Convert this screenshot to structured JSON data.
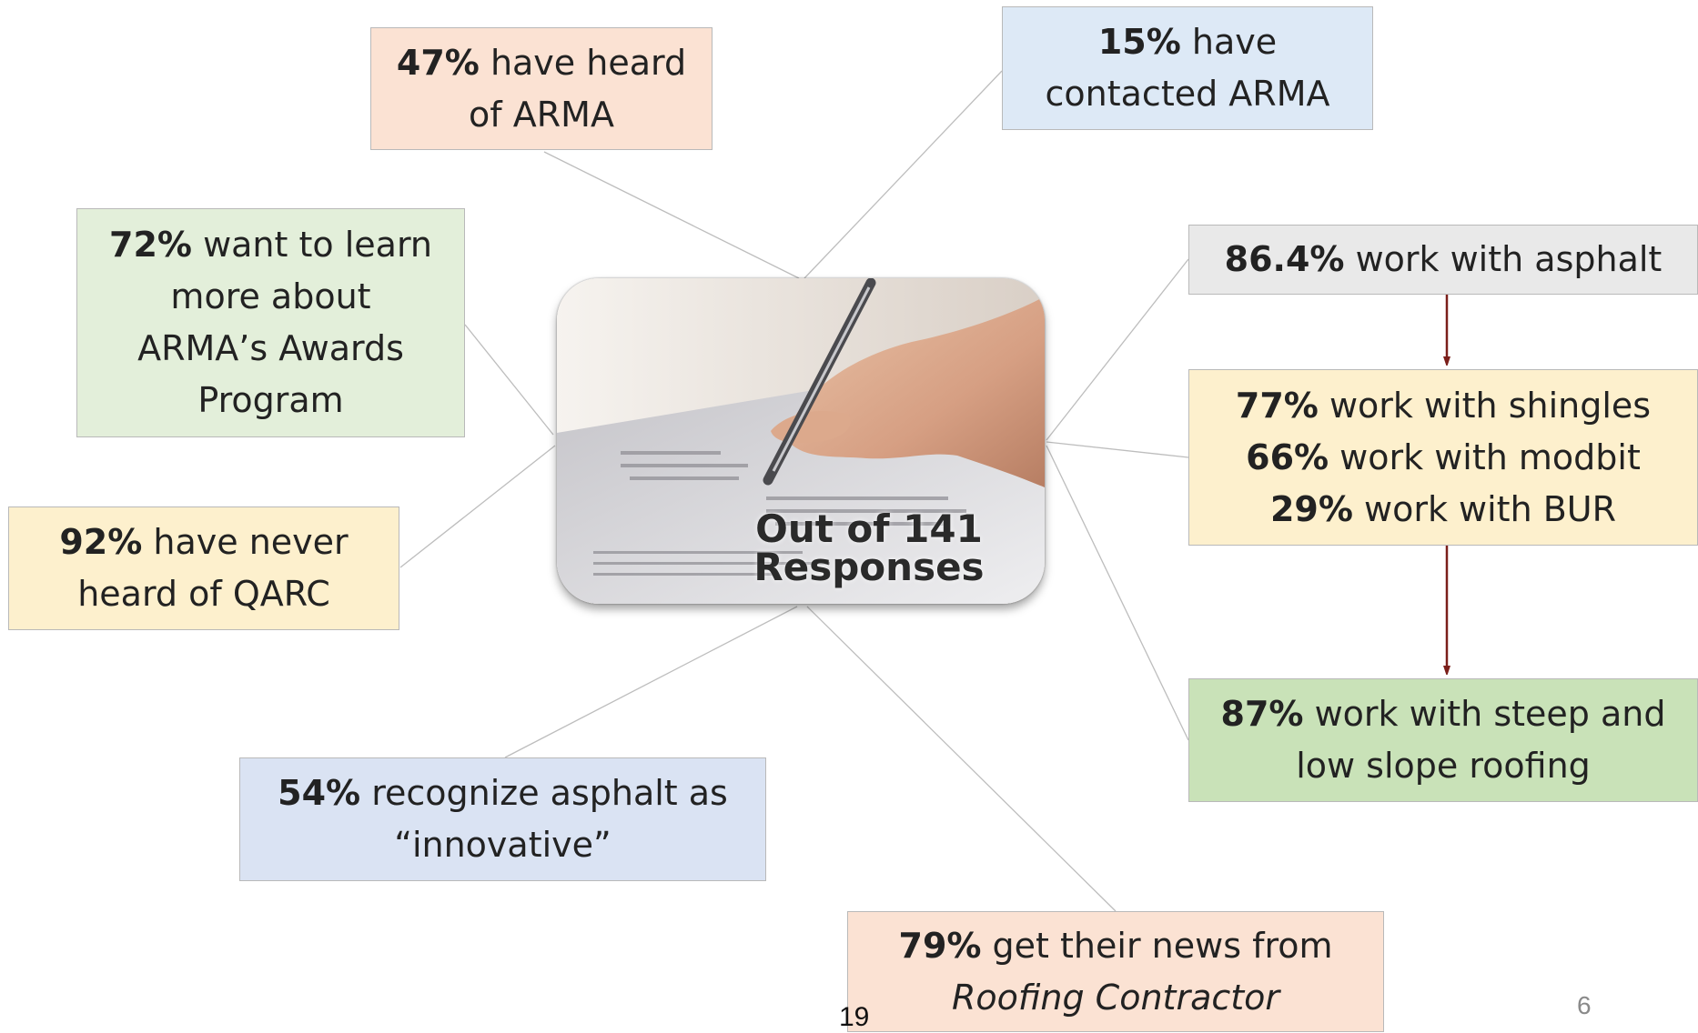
{
  "center": {
    "line1": "Out of 141",
    "line2": "Responses"
  },
  "boxes": [
    {
      "id": "heard-arma",
      "color": "#fbe2d3",
      "lines": [
        [
          {
            "b": "47%"
          },
          {
            "t": " have heard"
          }
        ],
        [
          {
            "t": "of ARMA"
          }
        ]
      ]
    },
    {
      "id": "contacted-arma",
      "color": "#dde9f6",
      "lines": [
        [
          {
            "b": "15%"
          },
          {
            "t": " have"
          }
        ],
        [
          {
            "t": "contacted ARMA"
          }
        ]
      ]
    },
    {
      "id": "awards-program",
      "color": "#e3efda",
      "lines": [
        [
          {
            "b": "72%"
          },
          {
            "t": " want to learn"
          }
        ],
        [
          {
            "t": "more about"
          }
        ],
        [
          {
            "t": "ARMA’s Awards"
          }
        ],
        [
          {
            "t": "Program"
          }
        ]
      ]
    },
    {
      "id": "never-heard-qarc",
      "color": "#fdf0cd",
      "lines": [
        [
          {
            "b": "92%"
          },
          {
            "t": " have never"
          }
        ],
        [
          {
            "t": "heard of QARC"
          }
        ]
      ]
    },
    {
      "id": "asphalt-innovative",
      "color": "#dae3f3",
      "lines": [
        [
          {
            "b": "54%"
          },
          {
            "t": " recognize asphalt as"
          }
        ],
        [
          {
            "t": "“innovative”"
          }
        ]
      ]
    },
    {
      "id": "news-source",
      "color": "#fbe2d3",
      "lines": [
        [
          {
            "b": "79%"
          },
          {
            "t": " get their news from"
          }
        ],
        [
          {
            "i": "Roofing Contractor"
          }
        ]
      ]
    },
    {
      "id": "work-asphalt",
      "color": "#e9e9e9",
      "lines": [
        [
          {
            "b": "86.4%"
          },
          {
            "t": " work with asphalt"
          }
        ]
      ]
    },
    {
      "id": "materials",
      "color": "#fdf0cd",
      "lines": [
        [
          {
            "b": "77%"
          },
          {
            "t": " work with shingles"
          }
        ],
        [
          {
            "b": "66%"
          },
          {
            "t": " work with modbit"
          }
        ],
        [
          {
            "b": "29%"
          },
          {
            "t": " work with BUR"
          }
        ]
      ]
    },
    {
      "id": "steep-low-slope",
      "color": "#c9e2b8",
      "lines": [
        [
          {
            "b": "87%"
          },
          {
            "t": " work with steep and"
          }
        ],
        [
          {
            "t": "low slope roofing"
          }
        ]
      ]
    }
  ],
  "colors": {
    "connector": "#bdbdbd",
    "arrow": "#7b1f1a",
    "border": "#b9b9b9"
  },
  "footer": {
    "page_number": "19",
    "slide_number": "6"
  }
}
